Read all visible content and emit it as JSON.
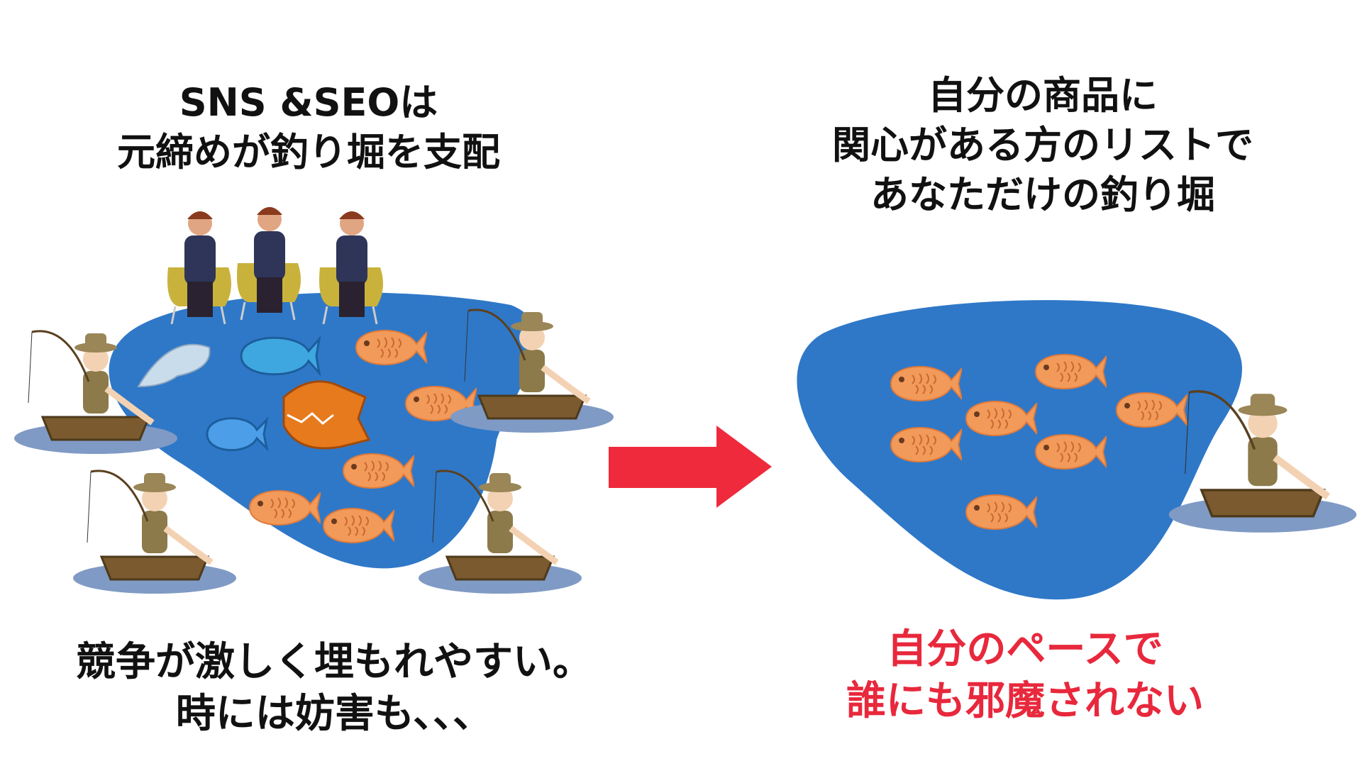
{
  "left": {
    "title_lines": [
      "SNS &SEOは",
      "元締めが釣り堀を支配"
    ],
    "caption_lines": [
      "競争が激しく埋もれやすい。",
      "時には妨害も、、、"
    ]
  },
  "right": {
    "title_lines": [
      "自分の商品に",
      "関心がある方のリストで",
      "あなただけの釣り堀"
    ],
    "caption_lines": [
      "自分のペースで",
      "誰にも邪魔されない"
    ]
  },
  "colors": {
    "pond": "#2f78c8",
    "fish": "#f29a5a",
    "arrow": "#ee2a3c",
    "caption_accent": "#e8283c"
  }
}
